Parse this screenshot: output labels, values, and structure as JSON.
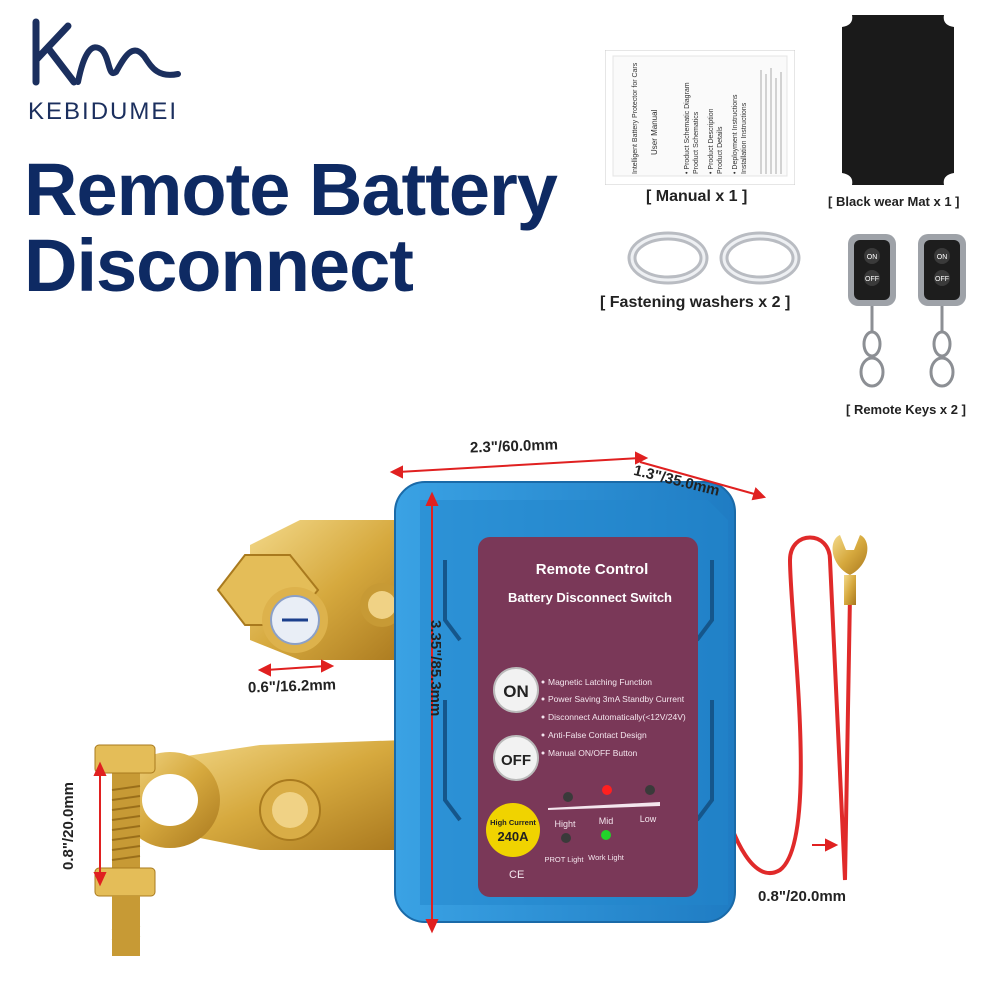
{
  "brand": {
    "logo_icon": "km-wave-logo",
    "name": "KEBIDUMEI"
  },
  "title": {
    "line1": "Remote Battery",
    "line2": "Disconnect"
  },
  "accessories": {
    "manual": "[ Manual x 1 ]",
    "mat": "[ Black wear Mat x 1 ]",
    "washers": "[ Fastening washers x 2 ]",
    "keys": "[ Remote Keys x 2 ]",
    "key_on": "ON",
    "key_off": "OFF"
  },
  "manual_doc": {
    "line1": "Intelligent Battery Protector for Cars",
    "line2": "User Manual",
    "line3": "• Product Schematic Diagram",
    "line4": "Product Schematics",
    "line5": "• Product Description",
    "line6": "Product Details",
    "line7": "• Deployment Instructions",
    "line8": "Installation Instructions"
  },
  "dimensions": {
    "width": "2.3\"/60.0mm",
    "depth": "1.3\"/35.0mm",
    "height": "3.35\"/85.3mm",
    "terminal": "0.6\"/16.2mm",
    "clamp": "0.8\"/20.0mm",
    "wire": "0.8\"/20.0mm"
  },
  "panel": {
    "title": "Remote Control",
    "subtitle": "Battery Disconnect Switch",
    "on": "ON",
    "off": "OFF",
    "features": [
      "Magnetic Latching Function",
      "Power Saving 3mA Standby Current",
      "Disconnect Automatically(<12V/24V)",
      "Anti-False Contact Design",
      "Manual ON/OFF Button"
    ],
    "badge_line1": "High Current",
    "badge_line2": "240A",
    "levels": [
      "Hight",
      "Mid",
      "Low"
    ],
    "prot_light": "PROT Light",
    "work_light": "Work Light",
    "ce": "CE"
  },
  "colors": {
    "brand_navy": "#0e2a63",
    "housing_blue": "#2a8fd4",
    "panel_maroon": "#7a3858",
    "brass": "#d9b04a",
    "wire_red": "#e02a2a",
    "dimension_red": "#e02020"
  }
}
